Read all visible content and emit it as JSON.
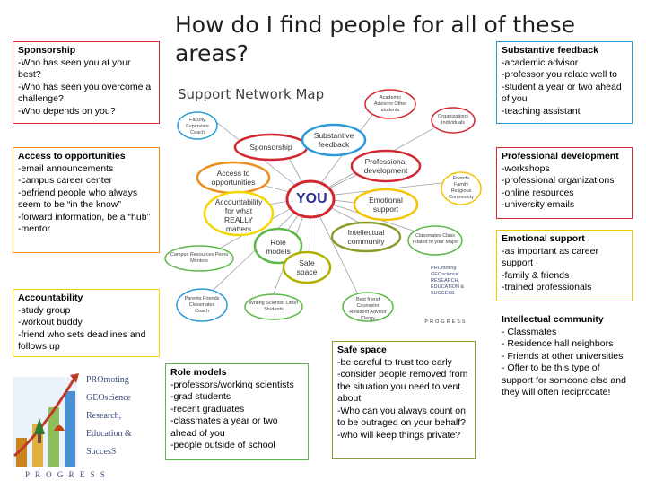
{
  "title": "How do I find people for all of these areas?",
  "boxes": {
    "sponsorship": {
      "title": "Sponsorship",
      "lines": [
        "-Who has seen you at your best?",
        "-Who has seen you overcome a challenge?",
        "-Who depends on you?"
      ]
    },
    "access": {
      "title": "Access to opportunities",
      "lines": [
        "-email announcements",
        "-campus career center",
        "-befriend people who always seem to be “in the know”",
        "-forward information, be a “hub”",
        "-mentor"
      ]
    },
    "accountability": {
      "title": "Accountability",
      "lines": [
        "-study group",
        "-workout buddy",
        "-friend who sets deadlines and follows up"
      ]
    },
    "role_models": {
      "title": "Role models",
      "lines": [
        "-professors/working scientists",
        "-grad students",
        "-recent graduates",
        "-classmates a year or two ahead of you",
        "-people outside of school"
      ]
    },
    "safe_space": {
      "title": "Safe space",
      "lines": [
        "-be careful to trust too early",
        "-consider people removed from the situation you need to vent about",
        "-Who can you always count on to be outraged on your behalf?",
        "-who will keep things private?"
      ]
    },
    "substantive": {
      "title": "Substantive feedback",
      "lines": [
        "-academic advisor",
        "-professor you relate well to",
        "-student a year or two ahead of you",
        "-teaching assistant"
      ]
    },
    "professional": {
      "title": "Professional development",
      "lines": [
        "-workshops",
        "-professional organizations",
        "-online resources",
        "-university emails"
      ]
    },
    "emotional": {
      "title": "Emotional support",
      "lines": [
        "-as important as career support",
        "-family & friends",
        "-trained professionals"
      ]
    },
    "intellectual": {
      "title": "Intellectual community",
      "lines": [
        "- Classmates",
        "- Residence hall neighbors",
        "- Friends at other universities",
        "- Offer to be this type of support for someone else and they will often reciprocate!"
      ]
    }
  },
  "diagram": {
    "map_title": "Support Network Map",
    "center": "YOU",
    "nodes": {
      "sponsorship": "Sponsorship",
      "substantive": "Substantive feedback",
      "access": "Access to opportunities",
      "professional": "Professional development",
      "accountability": "Accountability for what REALLY matters",
      "emotional": "Emotional support",
      "intellectual": "Intellectual community",
      "role_models": "Role models",
      "safe_space": "Safe space"
    },
    "people": {
      "faculty": "Faculty Supervisor Coach",
      "academic": "Academic Advisors Other students",
      "orgs": "Organizations Individuals",
      "friends": "Friends Family Religious Community",
      "classmates": "Classmates Class related to your Major",
      "campus": "Campus Resources Peers Mentors",
      "parents": "Parents Friends Classmates Coach",
      "writing": "Writing Scientist Other Students",
      "counselor": "Best friend Counselor Resident Advisor Clergy"
    },
    "logo_lines": [
      "PROmoting",
      "GEOscience",
      "RESEARCH,",
      "EDUCATION &",
      "SUCCESS"
    ],
    "footer": "PROGRESS"
  },
  "logo": {
    "lines": [
      "PROmoting",
      "GEOscience",
      "Research,",
      "Education &",
      "SuccesS"
    ],
    "footer": "P R O G R E S S"
  },
  "colors": {
    "sponsorship": "#e0282e",
    "access": "#f08c1a",
    "accountability": "#f5d600",
    "role_models": "#5cb848",
    "safe_space": "#8c9c2c",
    "substantive": "#2a9ad8",
    "professional": "#e0282e",
    "emotional": "#f5c400",
    "intellectual": "#ffffff"
  }
}
